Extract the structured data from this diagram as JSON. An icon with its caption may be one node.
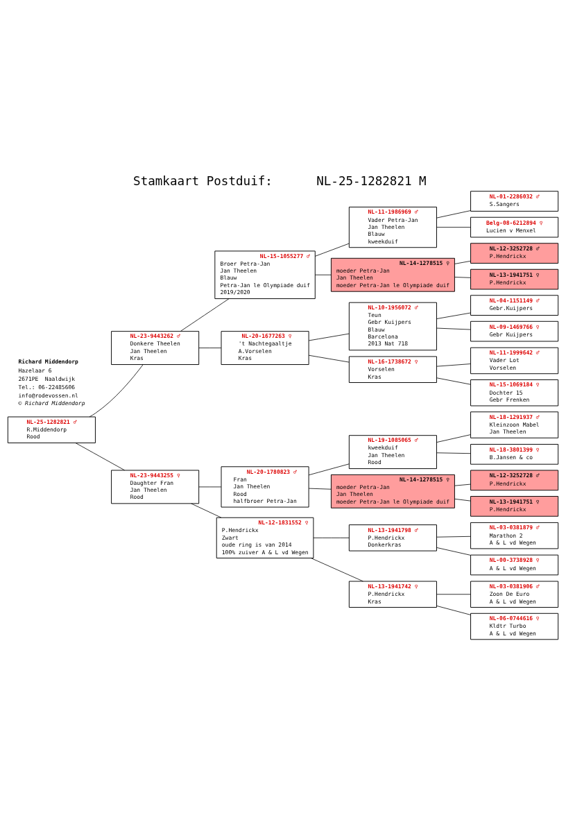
{
  "diagram": {
    "title": "Stamkaart Postduif:      NL-25-1282821 M",
    "nodes": [
      {
        "text": [
          "NL-25-1282821 ♂",
          "R.Middendorp",
          "Rood"
        ]
      },
      {
        "text": [
          "NL-23-9443262 ♂",
          "Donkere Theelen",
          "Jan Theelen",
          "Kras"
        ]
      },
      {
        "text": [
          "NL-23-9443255 ♀",
          "Daughter Fran",
          "Jan Theelen",
          "Rood"
        ]
      },
      {
        "text": [
          "NL-15-1055277 ♂",
          "Broer Petra-Jan",
          "Jan Theelen",
          "Blauw",
          "Petra-Jan le Olympiade duif",
          "2019/2020"
        ]
      },
      {
        "text": [
          "NL-20-1677263 ♀",
          "'t Nachtegaaltje",
          "A.Vorselen",
          "Kras"
        ]
      },
      {
        "text": [
          "NL-20-1780823 ♂",
          "Fran",
          "Jan Theelen",
          "Rood",
          "halfbroer Petra-Jan"
        ]
      },
      {
        "text": [
          "NL-12-1831552 ♀",
          "P.Hendrickx",
          "Zwart",
          "oude ring is van 2014",
          "100% zuiver A & L vd Wegen"
        ]
      },
      {
        "text": [
          "NL-11-1986969 ♂",
          "Vader Petra-Jan",
          "Jan Theelen",
          "Blauw",
          "kweekduif"
        ]
      },
      {
        "text": [
          "NL-14-1278515 ♀",
          "moeder Petra-Jan",
          "Jan Theelen",
          "moeder Petra-Jan le Olympiade duif"
        ]
      },
      {
        "text": [
          "NL-10-1956072 ♂",
          "Teun",
          "Gebr Kuijpers",
          "Blauw",
          "Barcelona",
          "2013 Nat 718"
        ]
      },
      {
        "text": [
          "NL-16-1738672 ♀",
          "Vorselen",
          "Kras"
        ]
      },
      {
        "text": [
          "NL-19-1085065 ♂",
          "kweekduif",
          "Jan Theelen",
          "Rood"
        ]
      },
      {
        "text": [
          "NL-14-1278515 ♀",
          "moeder Petra-Jan",
          "Jan Theelen",
          "moeder Petra-Jan le Olympiade duif"
        ]
      },
      {
        "text": [
          "NL-13-1941798 ♂",
          "P.Hendrickx",
          "Donkerkras"
        ]
      },
      {
        "text": [
          "NL-13-1941742 ♀",
          "P.Hendrickx",
          "Kras"
        ]
      },
      {
        "text": [
          "NL-01-2286032 ♂",
          "S.Sangers"
        ]
      },
      {
        "text": [
          "Belg-08-6212894 ♀",
          "Lucien v Menxel"
        ]
      },
      {
        "text": [
          "NL-12-3252728 ♂",
          "P.Hendrickx"
        ]
      },
      {
        "text": [
          "NL-13-1941751 ♀",
          "P.Hendrickx"
        ]
      },
      {
        "text": [
          "NL-04-1151149 ♂",
          "Gebr.Kuijpers"
        ]
      },
      {
        "text": [
          "NL-09-1469766 ♀",
          "Gebr Kuijpers"
        ]
      },
      {
        "text": [
          "NL-11-1999642 ♂",
          "Vader Lot",
          "Vorselen"
        ]
      },
      {
        "text": [
          "NL-15-1069184 ♀",
          "Dochter 15",
          "Gebr Frenken"
        ]
      },
      {
        "text": [
          "NL-18-1291937 ♂",
          "Kleinzoon Mabel",
          "Jan Theelen"
        ]
      },
      {
        "text": [
          "NL-18-3801399 ♀",
          "B.Jansen & co"
        ]
      },
      {
        "text": [
          "NL-12-3252728 ♂",
          "P.Hendrickx"
        ]
      },
      {
        "text": [
          "NL-13-1941751 ♀",
          "P.Hendrickx"
        ]
      },
      {
        "text": [
          "NL-03-0381879 ♂",
          "Marathon 2",
          "A & L vd Wegen"
        ]
      },
      {
        "text": [
          "NL-00-3738928 ♀",
          "A & L vd Wegen"
        ]
      },
      {
        "text": [
          "NL-03-0381906 ♂",
          "Zoon De Euro",
          "A & L vd Wegen"
        ]
      },
      {
        "text": [
          "NL-06-0744616 ♀",
          "Kldtr Turbo",
          "A & L vd Wegen"
        ]
      }
    ],
    "edges": [
      {
        "from": 0,
        "to": 1,
        "arrow": "none"
      },
      {
        "from": 0,
        "to": 2,
        "arrow": "none"
      },
      {
        "from": 1,
        "to": 3,
        "arrow": "none"
      },
      {
        "from": 1,
        "to": 4,
        "arrow": "none"
      },
      {
        "from": 2,
        "to": 5,
        "arrow": "none"
      },
      {
        "from": 2,
        "to": 6,
        "arrow": "none"
      },
      {
        "from": 3,
        "to": 7,
        "arrow": "none"
      },
      {
        "from": 3,
        "to": 8,
        "arrow": "none"
      },
      {
        "from": 4,
        "to": 9,
        "arrow": "none"
      },
      {
        "from": 4,
        "to": 10,
        "arrow": "none"
      },
      {
        "from": 5,
        "to": 11,
        "arrow": "none"
      },
      {
        "from": 5,
        "to": 12,
        "arrow": "none"
      },
      {
        "from": 6,
        "to": 13,
        "arrow": "none"
      },
      {
        "from": 6,
        "to": 14,
        "arrow": "none"
      },
      {
        "from": 7,
        "to": 15,
        "arrow": "none"
      },
      {
        "from": 7,
        "to": 16,
        "arrow": "none"
      },
      {
        "from": 8,
        "to": 17,
        "arrow": "none"
      },
      {
        "from": 8,
        "to": 18,
        "arrow": "none"
      },
      {
        "from": 9,
        "to": 19,
        "arrow": "none"
      },
      {
        "from": 9,
        "to": 20,
        "arrow": "none"
      },
      {
        "from": 10,
        "to": 21,
        "arrow": "none"
      },
      {
        "from": 10,
        "to": 22,
        "arrow": "none"
      },
      {
        "from": 11,
        "to": 23,
        "arrow": "none"
      },
      {
        "from": 11,
        "to": 24,
        "arrow": "none"
      },
      {
        "from": 12,
        "to": 25,
        "arrow": "none"
      },
      {
        "from": 12,
        "to": 26,
        "arrow": "none"
      },
      {
        "from": 13,
        "to": 27,
        "arrow": "none"
      },
      {
        "from": 13,
        "to": 28,
        "arrow": "none"
      },
      {
        "from": 14,
        "to": 29,
        "arrow": "none"
      },
      {
        "from": 14,
        "to": 30,
        "arrow": "none"
      }
    ],
    "labels": [
      "Richard Middendorp",
      "Hazelaar 6",
      "2671PE  Naaldwijk",
      "Tel.: 06-22485606",
      "info@rodevossen.nl",
      "© Richard Middendorp"
    ]
  }
}
